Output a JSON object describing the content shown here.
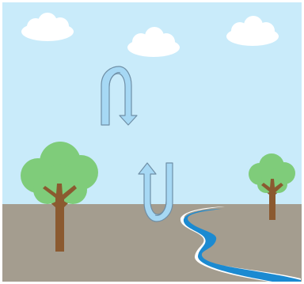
{
  "scene": {
    "description_labels": [],
    "colors": {
      "sky": "#c9ebfa",
      "ground": "#a49d8f",
      "cloud": "#ffffff",
      "tree_foliage": "#7fcc7a",
      "tree_foliage_shade": "#66b463",
      "tree_trunk": "#8b5a30",
      "river": "#1b8ad1",
      "river_edge": "#ffffff",
      "arrow_fill": "#a6d8f4",
      "arrow_stroke": "#6f8fa6"
    },
    "elements": {
      "clouds": [
        "cloud-left",
        "cloud-center",
        "cloud-right"
      ],
      "trees": [
        "tree-left",
        "tree-right"
      ],
      "arrows": [
        "arrow-down-loop",
        "arrow-up-loop"
      ],
      "water": [
        "river"
      ]
    }
  }
}
